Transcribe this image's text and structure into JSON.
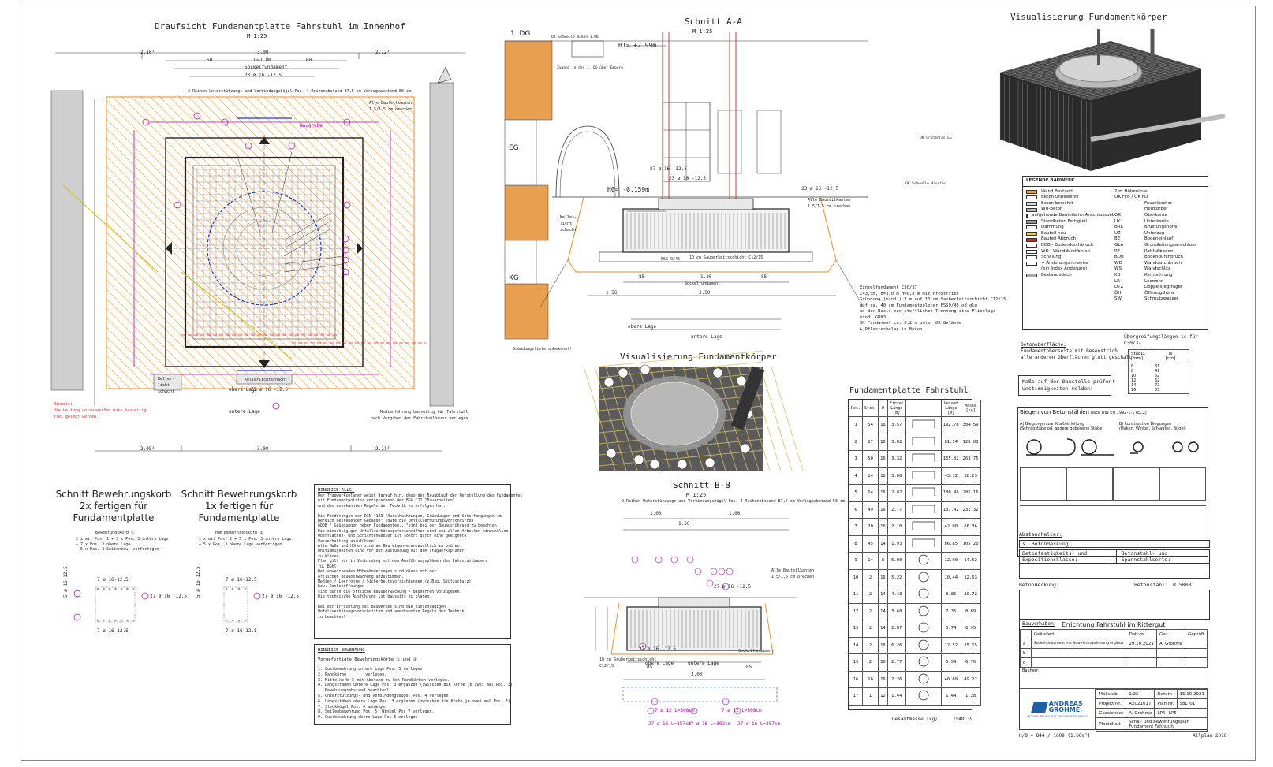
{
  "titles": {
    "plan": "Draufsicht Fundamentplatte Fahrstuhl  im Innenhof",
    "plan_scale": "M 1:25",
    "section_aa": "Schnitt A-A",
    "section_aa_scale": "M 1:25",
    "vis_top": "Visualisierung Fundamentkörper",
    "vis_mid": "Visualisierung Fundamentkörper",
    "section_bb": "Schnitt B-B",
    "section_bb_scale": "M 1:25",
    "rebar_table": "Fundamentplatte Fahrstuhl",
    "cage1": "Schnitt Bewehrungskorb\n2x fertigen für\nFundamentplatte",
    "cage2": "Schnitt Bewehrungskorb\n1x fertigen für\nFundamentplatte"
  },
  "plan_labels": {
    "dim_top_left": "2.10³",
    "dim_top_mid": "3.00",
    "dim_top_right": "2.12³",
    "dim_bottom_left": "2.08³",
    "dim_bottom_mid": "3.00",
    "dim_bottom_right": "2.11³",
    "dim_1": "60",
    "dim_2": "D=1.80",
    "dim_3": "60",
    "sockel": "Sockelfundament",
    "rebar_top": "23 ø 16 -12.5",
    "rebar_bottom": "23 ø 16 -12.5",
    "bars_note": "2 Reihen Unterstützungs und Verbindungsbügel Pos. 4 Reihenabstand 87,5 cm Verlegeabstand 50 cm",
    "alle_bauteilkanten": "Alle Bauteilkanten\n1,5/1,5 cm brechen",
    "baugrube": "Baugrube",
    "keller_left": "Keller-\nlicht-\nschacht",
    "keller_mid": "Kellerlichtschacht",
    "obere_lage": "obere Lage",
    "untere_lage": "untere Lage",
    "left_note": "Hinweis:\nDie Leitung vorauswerfen muss bauseitig\ntrei gelegt werden.",
    "bottom_note": "Medienführung bauseitig für Fahrstuhl\nnach Vorgaben des Fahrstuhlbauer verlegen"
  },
  "aa_labels": {
    "level_1dg": "1. DG",
    "level_eg": "EG",
    "level_kg": "KG",
    "h1": "H1= +2.99m",
    "h0": "H0= -0.159m",
    "dim_85a": "85",
    "dim_180": "1.80",
    "dim_85b": "85",
    "dim_156": "1.56",
    "dim_350": "3.50",
    "fss": "FSS 9/45",
    "sauberkeit": "10 cm Sauberkeitsschicht C12/15",
    "sockel": "Sockelfundament",
    "ok_schwelle": "OK Schwelle außen 1.00",
    "zugang": "Zugang in den 1. DG über Empore",
    "grundriss": "OK  Grundriss EG",
    "ok_schwelle2": "OK Schwelle Haustür",
    "gruendungstiefe": "Gründungstiefe unbekannt!",
    "concrete_note": "Einzelfundament C30/37\nL=3,5m, B=3,0 m H=0,8 m mit Frostfrier\nGründung (mind.) 2 m auf 10 cm Sauberkeitsschicht C12/15\nauf ca. 40 cm Fundamentpolster FSS9/45 od glw\nan der Basis zur stofflichen Trennung eine Flieslage\nmind. GRK3\nOK Fundament ca. 0,2 m unter OK Gelände\n+ Pflasterbelag in Beton",
    "rebar1": "27 ø 16 -12.5",
    "rebar2": "23 ø 16 -12.5",
    "rebar3": "23 ø 16 -12.5",
    "obere_lage": "obere Lage",
    "untere_lage": "untere Lage",
    "alle_kanten": "Alle Bauteilkanten\n1,5/1,5 cm brechen",
    "keller": "Keller-\nlicht-\nschacht"
  },
  "legend": {
    "title": "LEGENDE BAUWERK",
    "left": [
      "Wand Bestand",
      "Beton unbewehrt",
      "Beton bewehrt",
      "WU-Beton",
      "aufgehende Bauteile im Anschlussbeb.",
      "Standbeton Fertigteil",
      "Dämmung",
      "Bauteil neu",
      "Bauteil Abbruch",
      "BDB - Bodendurchbruch",
      "WD - Wanddurchbruch",
      "Schalung",
      "= Änderungshinweise\n(ein Index Änderung)",
      "Bestandsdach"
    ],
    "right": [
      [
        "2 m Höhenlinie",
        ""
      ],
      [
        "OK FFB / OK FD",
        ""
      ],
      [
        "",
        "Feuerlöscher"
      ],
      [
        "",
        "Heizkörper"
      ],
      [
        "OK",
        "Oberkante"
      ],
      [
        "UK",
        "Unterkante"
      ],
      [
        "BRK",
        "Brüstungshöhe"
      ],
      [
        "UZ",
        "Unterzug"
      ],
      [
        "BE",
        "Bodeneinlauf"
      ],
      [
        "GLA",
        "Grundleitungsanschluss"
      ],
      [
        "RF",
        "Rohfußboden"
      ],
      [
        "BDB",
        "Bodendurchbruch"
      ],
      [
        "WD",
        "Wanddurchbruch"
      ],
      [
        "WS",
        "Wandschlitz"
      ],
      [
        "KB",
        "Kernbohrung"
      ],
      [
        "LR",
        "Leerrohr"
      ],
      [
        "DTZ",
        "Doppelstegträger"
      ],
      [
        "ÖH",
        "Öffnungshöhe"
      ],
      [
        "SW",
        "Schmutzwasser"
      ]
    ]
  },
  "concrete_surface": {
    "title": "Betonoberfläche:",
    "text": "Fundamentoberseite mit Besenstrich\nalle anderen Oberflächen glatt geschalt"
  },
  "overlap_table": {
    "title": "Übergreifungslängen ls für C30/37",
    "head": [
      "StabD.\n[mm]",
      "ls\n[cm]"
    ],
    "rows": [
      [
        "6",
        "31"
      ],
      [
        "8",
        "41"
      ],
      [
        "10",
        "52"
      ],
      [
        "12",
        "62"
      ],
      [
        "14",
        "72"
      ],
      [
        "16",
        "83"
      ]
    ]
  },
  "site_note": "Maße auf der Baustelle prüfen!\nUnstimmigkeiten melden!",
  "bending": {
    "title": "Biegen von Betonstählen",
    "norm": "nach DIN EN 1992-1-1 (EC2)",
    "a": "A) Biegungen zur Krafteinleitung\n(Schrägstäbe od. andere gebogene Stäbe)",
    "b": "B) konstruktive Biegungen\n(Haken, Winkel, Schlaufen, Bügel)"
  },
  "exposure": {
    "abstandhalter": "Abstandhalter:",
    "betondeckung": "s. Betondeckung",
    "klasse": "Betonfestigkeits- und Expositionsklasse:",
    "betonstahl": "Betonstahl- und Spannstahlsorte:",
    "betondeckung2": "Betondeckung:",
    "betonstahl2": "Betonstahl:",
    "betonstahl_value": "B 500B"
  },
  "title_block": {
    "bauvorhaben_label": "Bauvorhaben:",
    "bauvorhaben": "Errichtung Fahrstuhl im Rittergut",
    "geaendert": "Geändert",
    "datum": "Datum",
    "gez": "Gez.",
    "geprueft": "Geprüft",
    "rev_a": "a",
    "rev_a_text": "Sockelfundament mit Bewehrungsführung ergänzt",
    "rev_a_date": "29.10.2021",
    "rev_a_by": "A. Grohme",
    "rev_b": "b",
    "rev_c": "c",
    "bauherr": "Bauherr:",
    "massstab_label": "Maßstab",
    "massstab": "1:25",
    "datum_label": "Datum",
    "datum_value": "15.10.2021",
    "projekt_label": "Projekt Nr.",
    "projekt": "A2021017",
    "plan_label": "Plan Nr.",
    "plan": "S8L_01",
    "gezeichnet_label": "Gezeichnet",
    "gezeichnet": "A. Grohme",
    "lp": "LP4+LP5",
    "planinhalt_label": "Planinhalt",
    "planinhalt": "Schal- und Bewehrungsplan\nFundament Fahrstuhl",
    "company": "ANDREAS\nGROHME",
    "company_sub": "INGENIEURBÜRO FÜR TRAGWERKSPLANUNG",
    "footer_size": "H/B = 844 / 1609 (1.68m²)",
    "software": "Allplan 2016"
  },
  "rebar_table": {
    "head": [
      "Pos.",
      "Stck.",
      "Ø",
      "Einzel\nLänge\n[m]",
      "Gesamt\nLänge\n[m]",
      "Masse\n[kg]"
    ],
    "rows": [
      [
        "1",
        "54",
        "16",
        "3.57",
        "192.78",
        "304.59"
      ],
      [
        "2",
        "27",
        "16",
        "3.02",
        "81.54",
        "128.83"
      ],
      [
        "3",
        "50",
        "16",
        "3.32",
        "165.82",
        "263.75"
      ],
      [
        "4",
        "14",
        "12",
        "3.08",
        "43.12",
        "38.29"
      ],
      [
        "5",
        "64",
        "16",
        "2.82",
        "180.48",
        "285.16"
      ],
      [
        "6",
        "49",
        "16",
        "2.77",
        "137.42",
        "231.32"
      ],
      [
        "7",
        "20",
        "16",
        "2.10",
        "42.00",
        "66.36"
      ],
      [
        "8",
        "45",
        "14",
        "1.93",
        "86.85",
        "105.20"
      ],
      [
        "9",
        "14",
        "8",
        "6.00",
        "12.00",
        "14.52"
      ],
      [
        "10",
        "2",
        "16",
        "5.22",
        "10.44",
        "12.63"
      ],
      [
        "11",
        "2",
        "14",
        "4.43",
        "8.86",
        "10.72"
      ],
      [
        "12",
        "2",
        "14",
        "3.68",
        "7.36",
        "8.89"
      ],
      [
        "13",
        "2",
        "14",
        "2.87",
        "5.74",
        "6.95"
      ],
      [
        "14",
        "2",
        "16",
        "6.26",
        "12.52",
        "15.15"
      ],
      [
        "15",
        "2",
        "16",
        "2.77",
        "5.54",
        "6.70"
      ],
      [
        "16",
        "18",
        "16",
        "2.26",
        "40.68",
        "49.22"
      ],
      [
        "17",
        "1",
        "12",
        "1.44",
        "1.44",
        "1.28"
      ]
    ],
    "total_label": "Gesamtmasse [kg]:",
    "total": "1548.39"
  },
  "notes": {
    "hinweis_title": "HINWEISE ALLG.",
    "hinweis_text": "Der Tragwerksplaner weist darauf hin, dass der Bauablauf der Herstellung des Fundamentes\nmit Fundamentpolster entsprechend der BGV C22 \"Bauarbeiten\"\nund den anerkannten Regeln der Technik zu erfolgen hat.\n\nDie Forderungen der DIN 4123 \"Ausschachtungen, Gründungen und Unterfangungen im\nBereich bestehender Gebäude\" sowie die Unfallverhütungsvorschriften\nGDDB \" Gründungen neben Fundamenten...\"sind bei der Bauausführung zu beachten.\nDie einschlägigen Unfallverhütungsvorschriften sind bei allen Arbeiten einzuhalten.\nOberflächen- und Schichtenwasser ist sofort durch eine geeignete\nWasserhaltung abzuführen!\nAlle Maße und Höhen sind am Bau eigenverantwortlich zu prüfen.\nUnstimmigkeiten sind vor der Ausführung mit dem Tragwerksplaner\nzu klären.\nPlan gilt nur in Verbindung mit den Ausführungsplänen des Fahrstuhlbauers\nfü. Bühl\nBei abweichenden Höhenänderungen sind diese mit der\nörtlichen Bauüberwachung abzustimmen.\nMedien / Leerrohre / Sicherheitsvorrichtungen (z.Bsp. Stützschutz)\nbzw. Deckenöffnungen\nsind durch die örtliche Bauüberwachung / Bauherren vorzugeben.\nDie technische Ausführung ist bauseits zu planen.\n\nBei der Errichtung des Bauwerkes sind die einschlägigen\nUnfallverhütungsvorschriften und anerkannten Regeln der Technik\nzu beachten!",
    "bew_title": "HINWEISE BEWEHRUNG",
    "bew_intro": "Vorgefertigte Bewehrungskörbe ① und ②",
    "bew_items": [
      "1. Querbewehrung untere Lage Pos. 5 verlegen",
      "2. Randkörbe        verlegen.",
      "3. Mittelkorb ① mit Abstand zu den Randkörben verlegen.",
      "4. Längsstäben untere Lage Pos. 3 ergänzen (zwischen die Körbe je zwei mal Pos. 3)",
      "   Bewehrungsabstand beachten!",
      "5. Unterstützungs- und Verbindungsbügel Pos. 4 verlegen.",
      "6. Längsstäben obere Lage Pos. 3 ergänzen (zwischen die Körbe je zwei mal Pos. 3)",
      "7. Steckbügel Pos. 6 anhängen",
      "8. Seilenbewehrung Pos. 5  Winkel Pos 7 verlegen.",
      "9. Querbewehrung obere Lage Pos 5 verlegen"
    ]
  },
  "cage_labels": {
    "c1_title": "Bewehrungskorb ①",
    "c1_text": "2 x mit Pos. 1 + 3 x Pos. 3 untere Lage\n+ 7 x Pos. 3 obere Lage\n+ 5 x Pos. 3 Seitenbew. vorfertigen",
    "c2_title": "zum Bewehrungskorb ②",
    "c2_text": "1 x mit Pos. 2 + 5 x Pos. 3 untere Lage\n+ 5 x Pos. 3 obere Lage vorfertigen",
    "top_bar": "7 ø 16-12.5",
    "bottom_bar": "7 ø 16-12.5",
    "side_bar": "27 ø 16 -12.5",
    "vert_bar": "5 ø 16-12.5"
  },
  "bb_labels": {
    "dim_1": "1.00",
    "dim_2": "1.50",
    "dim_3": "1.00",
    "dim_4": "3.00",
    "dim_85a": "85",
    "dim_85b": "85",
    "bew_note": "2 Reihen Unterstützungs und Verbindungsbügel Pos. 4 Reihenabstand 87,5 cm Verlegeabstand 50 cm",
    "r1": "27 ø 16 -12.5",
    "r2": "27 ø 16 -12.5",
    "r3": "27 ø 16 L=357cm",
    "r4": "7 ø 12 L=308cm",
    "r5": "27 ø 16 L=302cm",
    "r6": "7 ø 12 L=308cm",
    "r7": "27 ø 16 L=357cm",
    "sauber": "10 cm Sauberkeitsschicht\nC12/15",
    "alle": "Alle Bauteilkanten\n1,5/1,5 cm brechen",
    "obere": "obere Lage",
    "untere": "untere Lage",
    "sockel": "Sockelfundament"
  },
  "colors": {
    "orange": "#f08a1c",
    "magenta": "#b000b0",
    "blue": "#1a3cc8",
    "red": "#e02020",
    "brown_wall": "#e8a050",
    "dark": "#222222"
  }
}
